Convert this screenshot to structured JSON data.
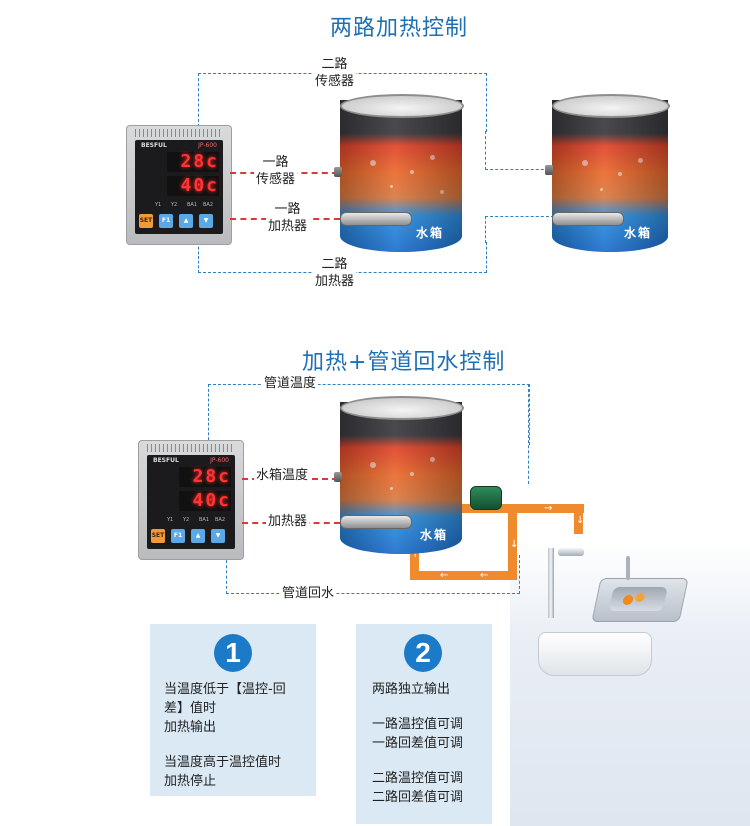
{
  "section1": {
    "title": "两路加热控制",
    "labels": {
      "sensor2": [
        "二路",
        "传感器"
      ],
      "sensor1": [
        "一路",
        "传感器"
      ],
      "heater1": [
        "一路",
        "加热器"
      ],
      "heater2": [
        "二路",
        "加热器"
      ]
    },
    "tank_label": "水箱"
  },
  "section2": {
    "title": "加热+管道回水控制",
    "labels": {
      "pipe_temp": "管道温度",
      "tank_temp": "水箱温度",
      "heater": "加热器",
      "return_water": "管道回水"
    },
    "tank_label": "水箱"
  },
  "controller": {
    "brand": "BESFUL",
    "model": "JP-600",
    "top_display": "28c",
    "bottom_display": "40c",
    "indicators": [
      "Y1",
      "Y2",
      "BA1",
      "BA2"
    ],
    "keys": [
      "SET",
      "F1",
      "▲",
      "▼"
    ]
  },
  "info_boxes": [
    {
      "number": "1",
      "lines": [
        "当温度低于【温控-回",
        "差】值时",
        "加热输出",
        "",
        "当温度高于温控值时",
        "加热停止"
      ]
    },
    {
      "number": "2",
      "lines": [
        "两路独立输出",
        "",
        "一路温控值可调",
        "一路回差值可调",
        "",
        "二路温控值可调",
        "二路回差值可调"
      ]
    }
  ],
  "colors": {
    "title": "#1f6fb4",
    "dashed_line": "#2f7fc3",
    "signal_line": "#d63a3a",
    "pipe": "#ef8a2d",
    "box": "#dbe9f5",
    "badge": "#1c7bc9"
  }
}
